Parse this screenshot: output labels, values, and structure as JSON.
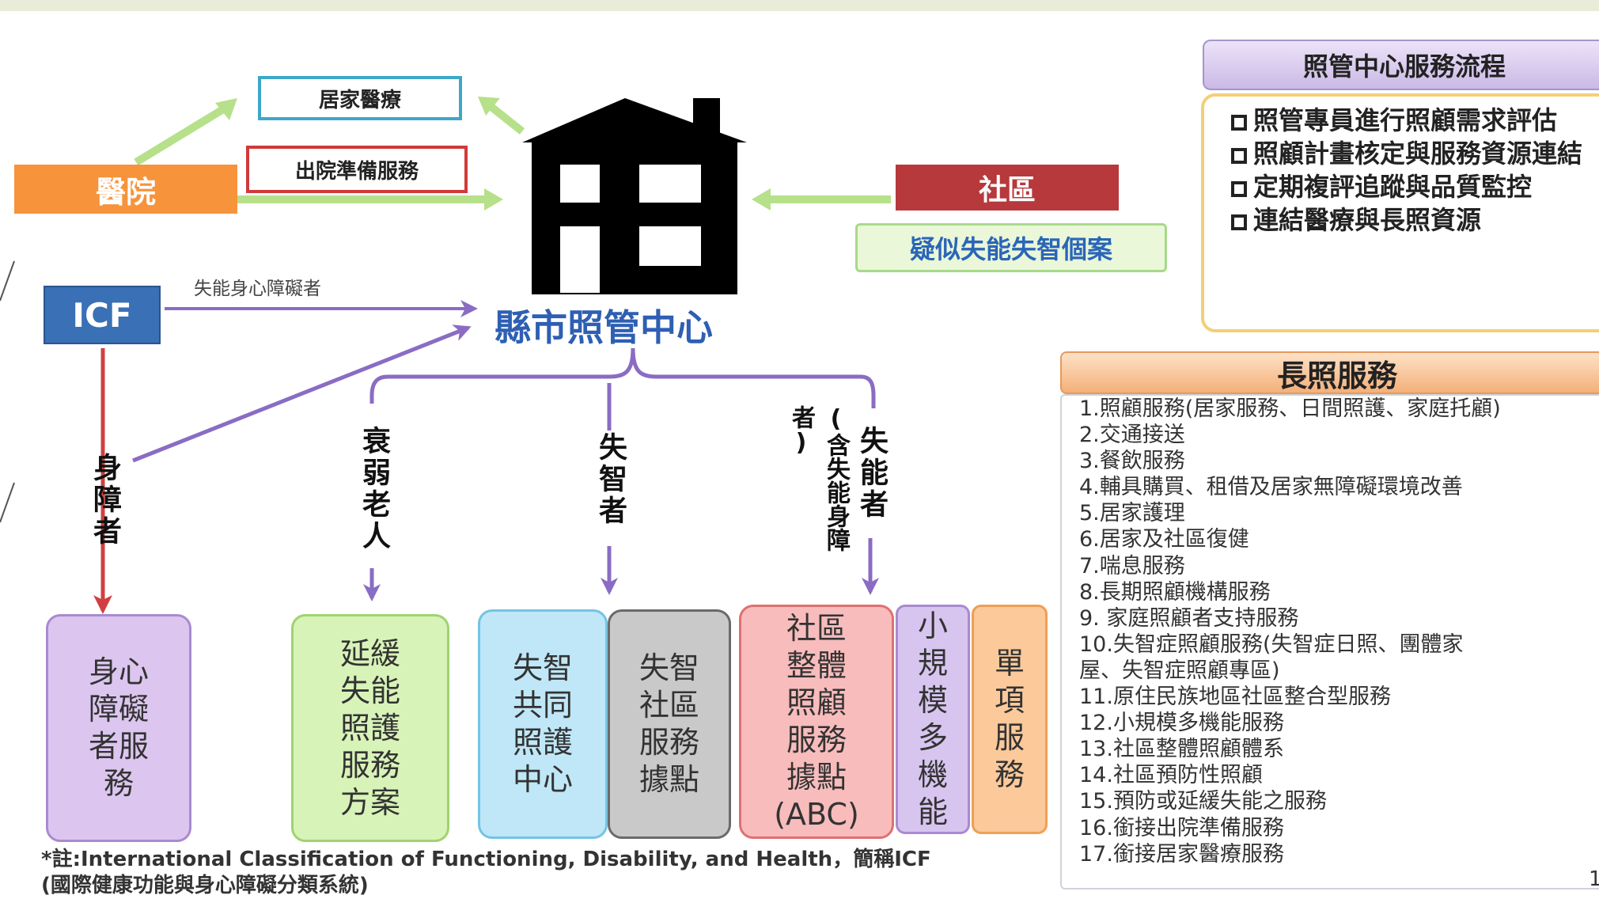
{
  "hospital": {
    "label": "醫院"
  },
  "home_medical": {
    "label": "居家醫療"
  },
  "discharge_prep": {
    "label": "出院準備服務"
  },
  "community": {
    "label": "社區"
  },
  "suspected_cases": {
    "label": "疑似失能失智個案"
  },
  "icf": {
    "label": "ICF",
    "arrow_label": "失能身心障礙者"
  },
  "center": {
    "label": "縣市照管中心"
  },
  "groups": {
    "disabled": "身障者",
    "frail_elderly": "衰弱老人",
    "dementia": "失智者",
    "incapacitated": "失能者",
    "incapacitated_note": "(含失能身障者)"
  },
  "services": [
    {
      "label": "身心\n障礙\n者服\n務",
      "color": "#dcc6ef"
    },
    {
      "label": "延緩\n失能\n照護\n服務\n方案",
      "color": "#d8f3b8"
    },
    {
      "label": "失智\n共同\n照護\n中心",
      "color": "#bfe7f7"
    },
    {
      "label": "失智\n社區\n服務\n據點",
      "color": "#c9c9c9"
    },
    {
      "label": "社區\n整體\n照顧\n服務\n據點\n(ABC)",
      "color": "#f8bcbc"
    },
    {
      "label": "小\n規\n模\n多\n機\n能",
      "color": "#d7c5ef"
    },
    {
      "label": "單\n項\n服\n務",
      "color": "#fbc99a"
    }
  ],
  "process": {
    "title": "照管中心服務流程",
    "items": [
      "照管專員進行照顧需求評估",
      "照顧計畫核定與服務資源連結",
      "定期複評追蹤與品質監控",
      "連結醫療與長照資源"
    ]
  },
  "ltc": {
    "title": "長照服務",
    "items": [
      "1.照顧服務(居家服務、日間照護、家庭托顧)",
      "2.交通接送",
      "3.餐飲服務",
      "4.輔具購買、租借及居家無障礙環境改善",
      "5.居家護理",
      "6.居家及社區復健",
      "7.喘息服務",
      "8.長期照顧機構服務",
      "9. 家庭照顧者支持服務",
      "10.失智症照顧服務(失智症日照、團體家",
      "屋、失智症照顧專區)",
      "11.原住民族地區社區整合型服務",
      "12.小規模多機能服務",
      "13.社區整體照顧體系",
      "14.社區預防性照顧",
      "15.預防或延緩失能之服務",
      "16.銜接出院準備服務",
      "17.銜接居家醫療服務"
    ]
  },
  "footnote": {
    "line1": "*註:International Classification of Functioning, Disability, and Health，簡稱ICF",
    "line2": "(國際健康功能與身心障礙分類系統)"
  },
  "page_number": "1",
  "colors": {
    "hospital": "#f7933b",
    "community": "#b7393b",
    "icf": "#3a70b5",
    "center_text": "#2e5fb3",
    "arrow_green": "#b7e08a",
    "arrow_purple": "#8a6cc4",
    "arrow_red": "#d04040"
  }
}
